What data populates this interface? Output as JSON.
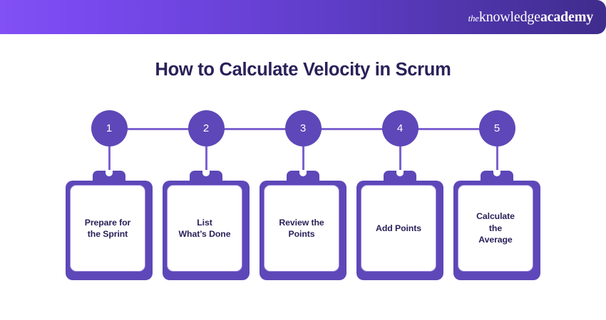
{
  "header": {
    "logo": {
      "prefix": "the",
      "word1": "knowledge",
      "word2": "academy"
    },
    "gradient_from": "#8250F5",
    "gradient_to": "#3F2C8C"
  },
  "title": "How to Calculate Velocity in Scrum",
  "theme": {
    "accent_purple": "#5E47B8",
    "line_purple": "#7C63CE",
    "inner_border": "#9E8BDC",
    "text_navy": "#2B2159",
    "background": "#FFFFFF"
  },
  "steps": [
    {
      "number": "1",
      "label": "Prepare for\nthe Sprint"
    },
    {
      "number": "2",
      "label": "List\nWhat’s Done"
    },
    {
      "number": "3",
      "label": "Review the\nPoints"
    },
    {
      "number": "4",
      "label": "Add Points"
    },
    {
      "number": "5",
      "label": "Calculate\nthe\nAverage"
    }
  ]
}
